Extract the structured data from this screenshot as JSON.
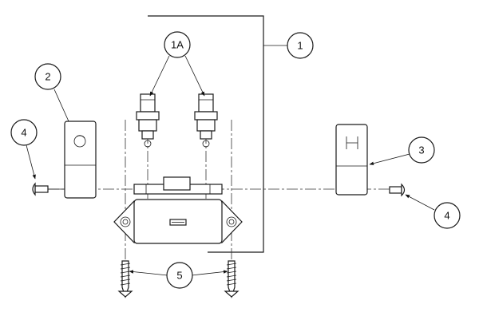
{
  "callouts": {
    "c1": "1",
    "c1a": "1A",
    "c2": "2",
    "c3": "3",
    "c4_left": "4",
    "c4_right": "4",
    "c5": "5"
  },
  "colors": {
    "line": "#1a1a1a",
    "background": "#ffffff"
  },
  "icons": [
    "phillips-screw-icon",
    "pin-icon",
    "wood-screw-icon",
    "valve-fitting-icon"
  ]
}
